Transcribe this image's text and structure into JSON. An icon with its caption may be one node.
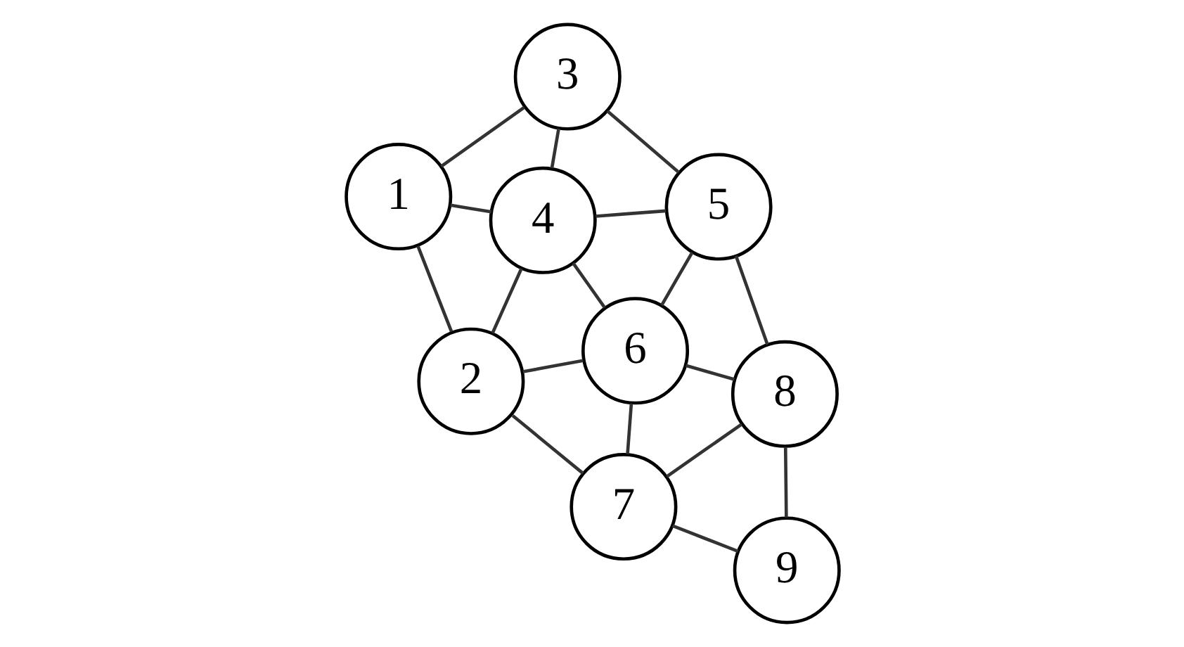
{
  "diagram": {
    "nodes": [
      {
        "text": [
          "1"
        ]
      },
      {
        "text": [
          "2"
        ]
      },
      {
        "text": [
          "3"
        ]
      },
      {
        "text": [
          "4"
        ]
      },
      {
        "text": [
          "5"
        ]
      },
      {
        "text": [
          "6"
        ]
      },
      {
        "text": [
          "7"
        ]
      },
      {
        "text": [
          "8"
        ]
      },
      {
        "text": [
          "9"
        ]
      }
    ],
    "edges": [
      {
        "from": 0,
        "to": 1,
        "arrow": "none"
      },
      {
        "from": 0,
        "to": 3,
        "arrow": "none"
      },
      {
        "from": 0,
        "to": 2,
        "arrow": "none"
      },
      {
        "from": 1,
        "to": 6,
        "arrow": "none"
      },
      {
        "from": 1,
        "to": 5,
        "arrow": "none"
      },
      {
        "from": 1,
        "to": 3,
        "arrow": "none"
      },
      {
        "from": 2,
        "to": 3,
        "arrow": "none"
      },
      {
        "from": 2,
        "to": 4,
        "arrow": "none"
      },
      {
        "from": 3,
        "to": 5,
        "arrow": "none"
      },
      {
        "from": 3,
        "to": 4,
        "arrow": "none"
      },
      {
        "from": 5,
        "to": 6,
        "arrow": "none"
      },
      {
        "from": 5,
        "to": 4,
        "arrow": "none"
      },
      {
        "from": 5,
        "to": 7,
        "arrow": "none"
      },
      {
        "from": 6,
        "to": 7,
        "arrow": "none"
      },
      {
        "from": 6,
        "to": 8,
        "arrow": "none"
      },
      {
        "from": 8,
        "to": 7,
        "arrow": "none"
      },
      {
        "from": 4,
        "to": 7,
        "arrow": "none"
      }
    ]
  }
}
